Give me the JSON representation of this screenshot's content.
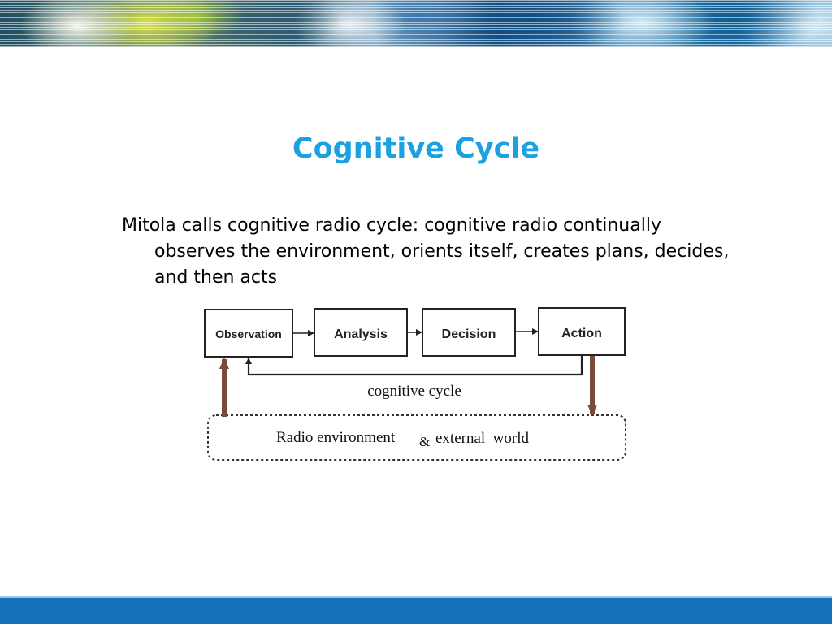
{
  "slide": {
    "title": "Cognitive Cycle",
    "body": "Mitola calls cognitive radio cycle: cognitive radio continually observes the environment, orients itself, creates plans, decides, and then acts"
  },
  "diagram": {
    "boxes": [
      {
        "id": "observation",
        "label": "Observation"
      },
      {
        "id": "analysis",
        "label": "Analysis"
      },
      {
        "id": "decision",
        "label": "Decision"
      },
      {
        "id": "action",
        "label": "Action"
      }
    ],
    "cycle_label": "cognitive cycle",
    "environment": {
      "label_part1": "Radio environment",
      "label_amp": "&",
      "label_part2": "external  world"
    },
    "colors": {
      "title": "#1ba1e2",
      "vertical_arrows": "#7a4b3c",
      "bottom_bar": "#1470b8"
    }
  }
}
